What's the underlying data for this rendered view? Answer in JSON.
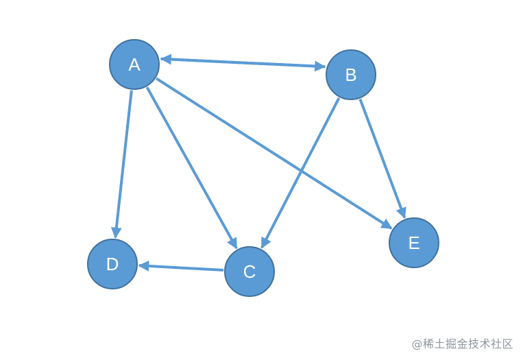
{
  "colors": {
    "node_fill": "#5B9BD5",
    "node_stroke": "#41719C",
    "edge": "#5B9BD5",
    "label": "#FFFFFF",
    "watermark": "#8F959E"
  },
  "graph": {
    "directed": true,
    "nodes": [
      {
        "id": "A",
        "label": "A"
      },
      {
        "id": "B",
        "label": "B"
      },
      {
        "id": "C",
        "label": "C"
      },
      {
        "id": "D",
        "label": "D"
      },
      {
        "id": "E",
        "label": "E"
      }
    ],
    "edges": [
      {
        "from": "A",
        "to": "B"
      },
      {
        "from": "B",
        "to": "A"
      },
      {
        "from": "A",
        "to": "D"
      },
      {
        "from": "A",
        "to": "C"
      },
      {
        "from": "A",
        "to": "E"
      },
      {
        "from": "B",
        "to": "C"
      },
      {
        "from": "B",
        "to": "E"
      },
      {
        "from": "C",
        "to": "D"
      }
    ]
  },
  "watermark": "@稀土掘金技术社区"
}
